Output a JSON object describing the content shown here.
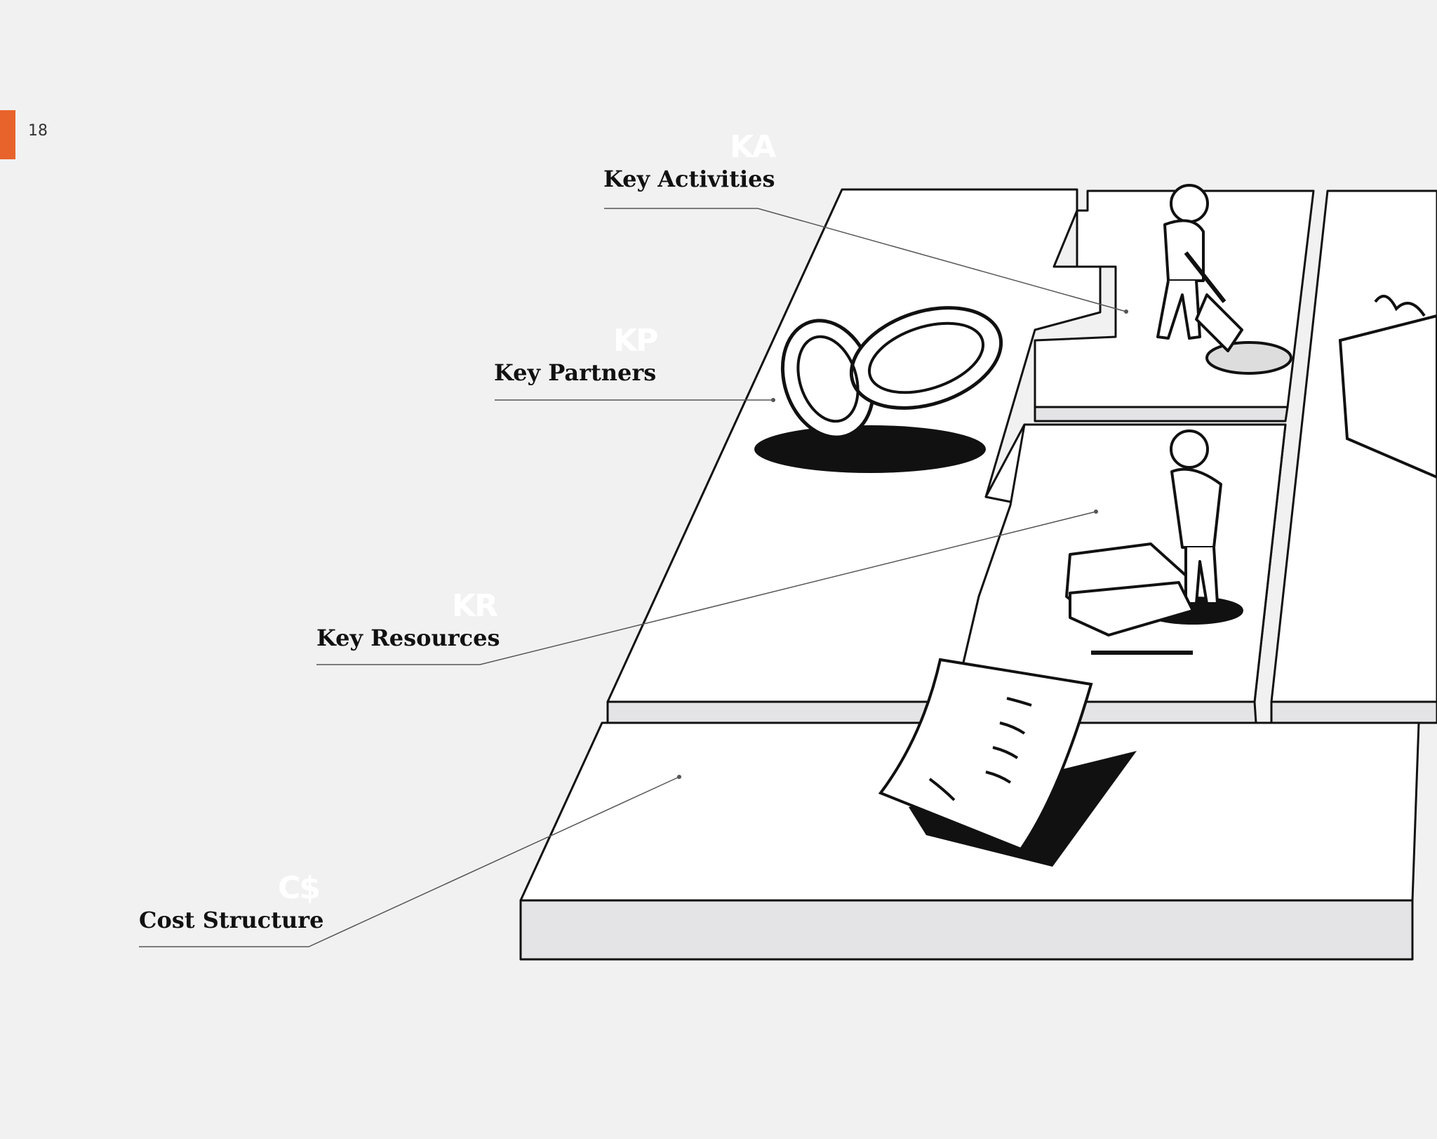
{
  "page": {
    "number": "18",
    "accent_color": "#e8632b"
  },
  "blocks": {
    "key_activities": {
      "code": "KA",
      "label": "Key Activities",
      "icon": "digging-person-icon"
    },
    "key_partners": {
      "code": "KP",
      "label": "Key Partners",
      "icon": "interlocked-rings-icon"
    },
    "key_resources": {
      "code": "KR",
      "label": "Key Resources",
      "icon": "person-with-materials-icon"
    },
    "cost_structure": {
      "code": "C$",
      "label": "Cost Structure",
      "icon": "invoice-document-icon"
    }
  }
}
